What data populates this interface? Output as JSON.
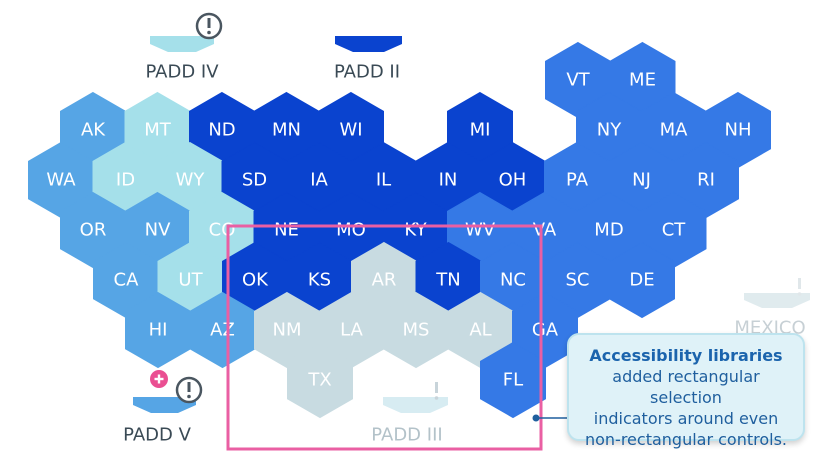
{
  "colors": {
    "padd_i": "#3579e6",
    "padd_ii": "#0a43cf",
    "padd_iii": "#c8dbe1",
    "padd_iv": "#a5e0ea",
    "padd_v": "#56a5e5",
    "selection": "#ea5fa3",
    "text_dark": "#3a4a55"
  },
  "regions": {
    "padd_iv": "PADD IV",
    "padd_ii": "PADD II",
    "padd_v": "PADD V",
    "padd_iii": "PADD III",
    "mexico": "MEXICO"
  },
  "states": [
    {
      "abbr": "VT",
      "padd": "padd_i"
    },
    {
      "abbr": "ME",
      "padd": "padd_i"
    },
    {
      "abbr": "AK",
      "padd": "padd_v"
    },
    {
      "abbr": "MT",
      "padd": "padd_iv"
    },
    {
      "abbr": "ND",
      "padd": "padd_ii"
    },
    {
      "abbr": "MN",
      "padd": "padd_ii"
    },
    {
      "abbr": "WI",
      "padd": "padd_ii"
    },
    {
      "abbr": "MI",
      "padd": "padd_ii"
    },
    {
      "abbr": "NY",
      "padd": "padd_i"
    },
    {
      "abbr": "MA",
      "padd": "padd_i"
    },
    {
      "abbr": "NH",
      "padd": "padd_i"
    },
    {
      "abbr": "WA",
      "padd": "padd_v"
    },
    {
      "abbr": "ID",
      "padd": "padd_iv"
    },
    {
      "abbr": "WY",
      "padd": "padd_iv"
    },
    {
      "abbr": "SD",
      "padd": "padd_ii"
    },
    {
      "abbr": "IA",
      "padd": "padd_ii"
    },
    {
      "abbr": "IL",
      "padd": "padd_ii"
    },
    {
      "abbr": "IN",
      "padd": "padd_ii"
    },
    {
      "abbr": "OH",
      "padd": "padd_ii"
    },
    {
      "abbr": "PA",
      "padd": "padd_i"
    },
    {
      "abbr": "NJ",
      "padd": "padd_i"
    },
    {
      "abbr": "RI",
      "padd": "padd_i"
    },
    {
      "abbr": "OR",
      "padd": "padd_v"
    },
    {
      "abbr": "NV",
      "padd": "padd_v"
    },
    {
      "abbr": "CO",
      "padd": "padd_iv"
    },
    {
      "abbr": "NE",
      "padd": "padd_ii"
    },
    {
      "abbr": "MO",
      "padd": "padd_ii"
    },
    {
      "abbr": "KY",
      "padd": "padd_ii"
    },
    {
      "abbr": "WV",
      "padd": "padd_i"
    },
    {
      "abbr": "VA",
      "padd": "padd_i"
    },
    {
      "abbr": "MD",
      "padd": "padd_i"
    },
    {
      "abbr": "CT",
      "padd": "padd_i"
    },
    {
      "abbr": "CA",
      "padd": "padd_v"
    },
    {
      "abbr": "UT",
      "padd": "padd_iv"
    },
    {
      "abbr": "OK",
      "padd": "padd_ii"
    },
    {
      "abbr": "KS",
      "padd": "padd_ii"
    },
    {
      "abbr": "AR",
      "padd": "padd_iii"
    },
    {
      "abbr": "TN",
      "padd": "padd_ii"
    },
    {
      "abbr": "NC",
      "padd": "padd_i"
    },
    {
      "abbr": "SC",
      "padd": "padd_i"
    },
    {
      "abbr": "DE",
      "padd": "padd_i"
    },
    {
      "abbr": "HI",
      "padd": "padd_v"
    },
    {
      "abbr": "AZ",
      "padd": "padd_v"
    },
    {
      "abbr": "NM",
      "padd": "padd_iii"
    },
    {
      "abbr": "LA",
      "padd": "padd_iii"
    },
    {
      "abbr": "MS",
      "padd": "padd_iii"
    },
    {
      "abbr": "AL",
      "padd": "padd_iii"
    },
    {
      "abbr": "GA",
      "padd": "padd_i"
    },
    {
      "abbr": "TX",
      "padd": "padd_iii"
    },
    {
      "abbr": "FL",
      "padd": "padd_i"
    }
  ],
  "callout": {
    "title": "Accessibility libraries",
    "line1": "added rectangular selection",
    "line2": "indicators around even",
    "line3": "non-rectangular controls."
  },
  "icons": {
    "alert": "alert-circle-icon",
    "add": "add-circle-icon",
    "arrow": "down-arrow-icon"
  }
}
